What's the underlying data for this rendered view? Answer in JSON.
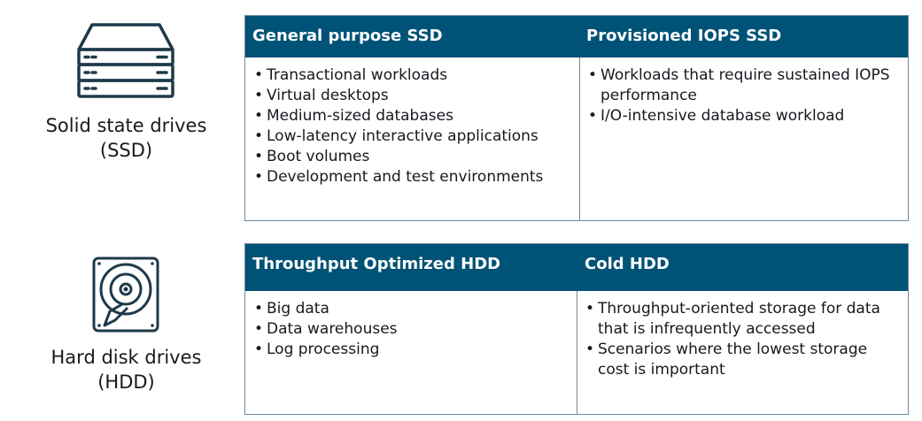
{
  "ssd": {
    "icon": "stacked-drive-icon",
    "label_lines": [
      "Solid state drives",
      "(SSD)"
    ],
    "columns": [
      {
        "header": "General purpose SSD",
        "items": [
          "Transactional workloads",
          "Virtual desktops",
          "Medium-sized databases",
          "Low-latency interactive applications",
          "Boot volumes",
          "Development and test environments"
        ]
      },
      {
        "header": "Provisioned IOPS SSD",
        "items": [
          "Workloads that require sustained IOPS performance",
          "I/O-intensive database workload"
        ]
      }
    ]
  },
  "hdd": {
    "icon": "hard-disk-icon",
    "label_lines": [
      "Hard disk drives",
      "(HDD)"
    ],
    "columns": [
      {
        "header": "Throughput Optimized HDD",
        "items": [
          "Big data",
          "Data warehouses",
          "Log processing"
        ]
      },
      {
        "header": "Cold HDD",
        "items": [
          "Throughput-oriented storage for data that is infrequently accessed",
          "Scenarios where the lowest storage cost is important"
        ]
      }
    ]
  },
  "colors": {
    "header_bg": "#005276",
    "border": "#6d8a9c",
    "icon_stroke": "#1e3a4a"
  }
}
